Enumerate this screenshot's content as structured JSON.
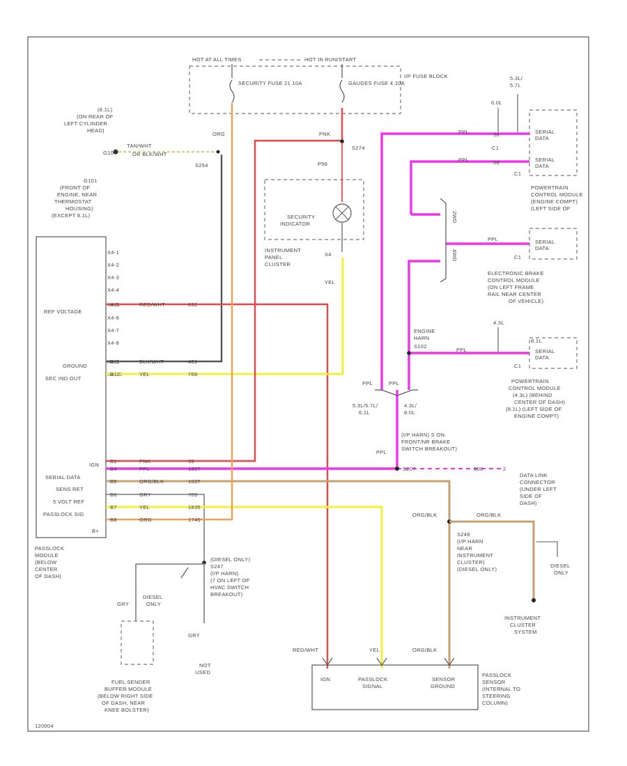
{
  "diagram_id": "120004",
  "power": {
    "hot_at_all_times": "HOT AT ALL TIMES",
    "hot_in_run": "HOT IN RUN/START"
  },
  "fuse_block": {
    "label": "I/P FUSE BLOCK",
    "security_fuse": "SECURITY FUSE 21 10A",
    "gauges_fuse": "GAUGES FUSE 4 10A"
  },
  "ground_label": "G101 (FRONT OF ENGINE, NEAR THERMOSTAT HOUSING) (EXCEPT 8.1L)",
  "ground_8l": "(8.1L) (ON REAR OF LEFT CYLINDER HEAD)",
  "tan_wire": "TAN/WHT OR BLK/WHT",
  "splice_s254": "S254",
  "splice_s274": "S274",
  "indicator": {
    "label": "SECURITY INDICATOR",
    "cluster": "INSTRUMENT PANEL CLUSTER",
    "pin_top": "P56",
    "pin_bottom": "X4"
  },
  "passlock_module": {
    "pins": [
      "X4-1",
      "X4-2",
      "X4-3",
      "X4-4",
      "X4-5",
      "X4-6",
      "X4-7",
      "X4-8",
      "X4-9",
      "X4-10"
    ],
    "ref_voltage": "REF VOLTAGE",
    "ground": "GROUND",
    "sec_ind_out": "SEC IND OUT",
    "ign": "IGN",
    "serial_data": "SERIAL DATA",
    "sens_ret": "SENS RET",
    "five_volt_ref": "5 VOLT REF",
    "passlock_sig": "PASSLOCK SIG",
    "b_plus": "B+",
    "location": "PASSLOCK MODULE (BELOW CENTER OF DASH)"
  },
  "module_wires": [
    {
      "pin": "A11",
      "color": "RED/WHT",
      "circuit": "632"
    },
    {
      "pin": "B11",
      "color": "BLK/WHT",
      "circuit": "451"
    },
    {
      "pin": "B12",
      "color": "YEL",
      "circuit": "768"
    },
    {
      "pin": "B1",
      "color": "PNK",
      "circuit": "39"
    },
    {
      "pin": "B4",
      "color": "PPL",
      "circuit": "1807"
    },
    {
      "pin": "B5",
      "color": "ORG/BLK",
      "circuit": "1037"
    },
    {
      "pin": "B6",
      "color": "GRY",
      "circuit": "709"
    },
    {
      "pin": "B7",
      "color": "YEL",
      "circuit": "1835"
    },
    {
      "pin": "B8",
      "color": "ORG",
      "circuit": "1740"
    }
  ],
  "wire_labels": {
    "org": "ORG",
    "pnk": "PNK",
    "yel": "YEL",
    "ppl": "PPL",
    "gry": "GRY",
    "red_wht": "RED/WHT",
    "org_blk": "ORG/BLK"
  },
  "pcm_1": {
    "serial_data": "SERIAL DATA",
    "location": "POWERTRAIN CONTROL MODULE (ENGINE COMPT) (LEFT SIDE OF ...)",
    "c1": "C1",
    "c2": "C1",
    "pin_a": "58",
    "pin_b": "58",
    "eng_top": "5.3L/ 5.7L",
    "eng_left": "6.0L"
  },
  "ebcm": {
    "serial_data": "SERIAL DATA",
    "location": "ELECTRONIC BRAKE CONTROL MODULE (ON LEFT FRAME RAIL NEAR CENTER OF VEHICLE)",
    "c1": "C1",
    "variants": "2WD 4WD"
  },
  "pcm_2": {
    "serial_data": "SERIAL DATA",
    "location": "POWERTRAIN CONTROL MODULE (4.3L) (BEHIND CENTER OF DASH) (8.1L) (LEFT SIDE OF ENGINE COMPT)",
    "c1": "C1",
    "eng_top": "4.3L",
    "eng_right": "8.1L"
  },
  "engine_harn": "ENGINE HARN S102",
  "splice_notes": {
    "left": "5.3L/5.7L/ 6.1L",
    "right": "4.3L/ 8.0L"
  },
  "s207": {
    "label": "(I/P HARN) S ON FRONT/NR BRAKE SWITCH BREAKOUT",
    "id": "S207"
  },
  "dlc": {
    "label": "DATA LINK CONNECTOR (UNDER LEFT SIDE OF DASH)",
    "pin": "2",
    "circuit": "800"
  },
  "s248": {
    "label": "S248 (I/P HARN NEAR INSTRUMENT CLUSTER) (DIESEL ONLY)"
  },
  "cluster_system": "INSTRUMENT CLUSTER SYSTEM",
  "diesel_only": "DIESEL ONLY",
  "s247": {
    "label": "(DIESEL ONLY) S247 (I/P HARN) (7 ON LEFT OF HVAC SWITCH BREAKOUT)"
  },
  "not_used": "NOT USED",
  "fuel_module": "FUEL SENDER BUFFER MODULE (BELOW RIGHT SIDE OF DASH, NEAR KNEE BOLSTER)",
  "diesel_only_2": "DIESEL ONLY",
  "sensor": {
    "ign": "IGN",
    "signal": "PASSLOCK SIGNAL",
    "ground": "SENSOR GROUND",
    "location": "PASSLOCK SENSOR (INTERNAL TO STEERING COLUMN)"
  }
}
